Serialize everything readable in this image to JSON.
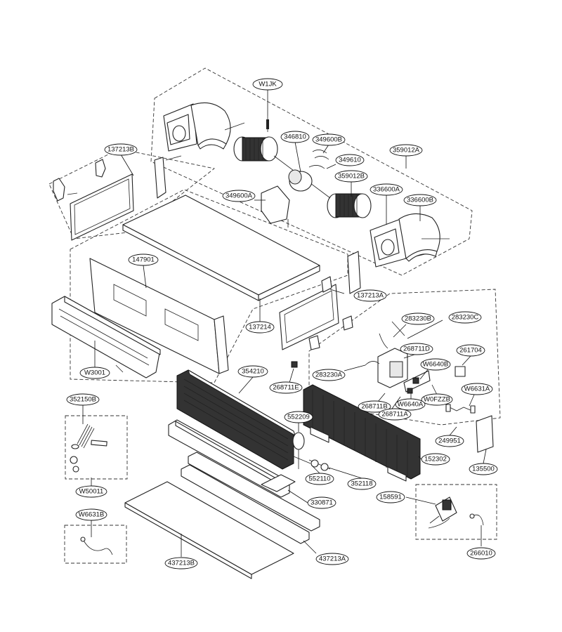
{
  "callouts": [
    {
      "id": "w1jk",
      "label": "W1JK"
    },
    {
      "id": "137213b",
      "label": "137213B"
    },
    {
      "id": "346810",
      "label": "346810"
    },
    {
      "id": "349600b",
      "label": "349600B"
    },
    {
      "id": "349610",
      "label": "349610"
    },
    {
      "id": "359012a",
      "label": "359012A"
    },
    {
      "id": "359012b",
      "label": "359012B"
    },
    {
      "id": "349600a",
      "label": "349600A"
    },
    {
      "id": "336600a",
      "label": "336600A"
    },
    {
      "id": "336600b",
      "label": "336600B"
    },
    {
      "id": "147901",
      "label": "147901"
    },
    {
      "id": "137213a",
      "label": "137213A"
    },
    {
      "id": "137214",
      "label": "137214"
    },
    {
      "id": "283230b",
      "label": "283230B"
    },
    {
      "id": "283230c",
      "label": "283230C"
    },
    {
      "id": "268711d",
      "label": "268711D"
    },
    {
      "id": "261704",
      "label": "261704"
    },
    {
      "id": "w6640b",
      "label": "W6640B"
    },
    {
      "id": "w3001",
      "label": "W3001"
    },
    {
      "id": "354210",
      "label": "354210"
    },
    {
      "id": "268711e",
      "label": "268711E"
    },
    {
      "id": "283230a",
      "label": "283230A"
    },
    {
      "id": "w0fzzb",
      "label": "W0FZZB"
    },
    {
      "id": "w6631a",
      "label": "W6631A"
    },
    {
      "id": "268711b",
      "label": "268711B"
    },
    {
      "id": "w6640a",
      "label": "W6640A"
    },
    {
      "id": "268711a",
      "label": "268711A"
    },
    {
      "id": "352150b",
      "label": "352150B"
    },
    {
      "id": "552209",
      "label": "552209"
    },
    {
      "id": "249951",
      "label": "249951"
    },
    {
      "id": "152302",
      "label": "152302"
    },
    {
      "id": "135500",
      "label": "135500"
    },
    {
      "id": "w50011",
      "label": "W50011"
    },
    {
      "id": "552110",
      "label": "552110"
    },
    {
      "id": "352118",
      "label": "352118"
    },
    {
      "id": "158591",
      "label": "158591"
    },
    {
      "id": "330871",
      "label": "330871"
    },
    {
      "id": "w6631b",
      "label": "W6631B"
    },
    {
      "id": "437213a",
      "label": "437213A"
    },
    {
      "id": "437213b",
      "label": "437213B"
    },
    {
      "id": "266010",
      "label": "266010"
    }
  ]
}
